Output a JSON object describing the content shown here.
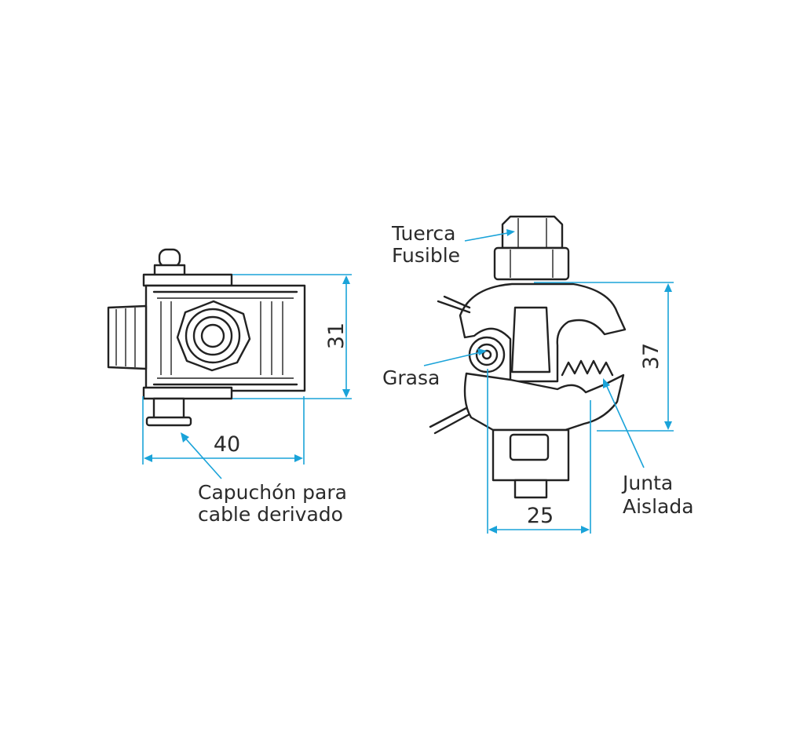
{
  "colors": {
    "dimension": "#1aa3d9",
    "ink": "#222222"
  },
  "left_view": {
    "dim_width": "40",
    "dim_height": "31",
    "label_cap_line1": "Capuchón para",
    "label_cap_line2": "cable derivado"
  },
  "right_view": {
    "dim_width": "25",
    "dim_height": "37",
    "label_nut_line1": "Tuerca",
    "label_nut_line2": "Fusible",
    "label_grease": "Grasa",
    "label_joint_line1": "Junta",
    "label_joint_line2": "Aislada"
  }
}
